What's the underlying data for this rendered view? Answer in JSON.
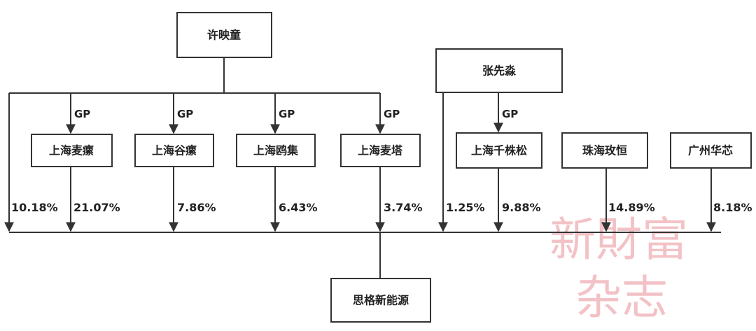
{
  "persons": {
    "xu": "许映童",
    "zhang": "张先淼"
  },
  "entities": [
    "上海麦瘰",
    "上海谷瘰",
    "上海鸥集",
    "上海麦塔",
    "上海千株松",
    "珠海玫恒",
    "广州华芯"
  ],
  "gp_label": "GP",
  "target": "思格新能源",
  "percents": {
    "xu_direct": "10.18%",
    "e0": "21.07%",
    "e1": "7.86%",
    "e2": "6.43%",
    "e3": "3.74%",
    "zhang_direct": "1.25%",
    "e4": "9.88%",
    "e5": "14.89%",
    "e6": "8.18%"
  },
  "watermark": {
    "line1": "新財富",
    "line2": "杂志"
  }
}
